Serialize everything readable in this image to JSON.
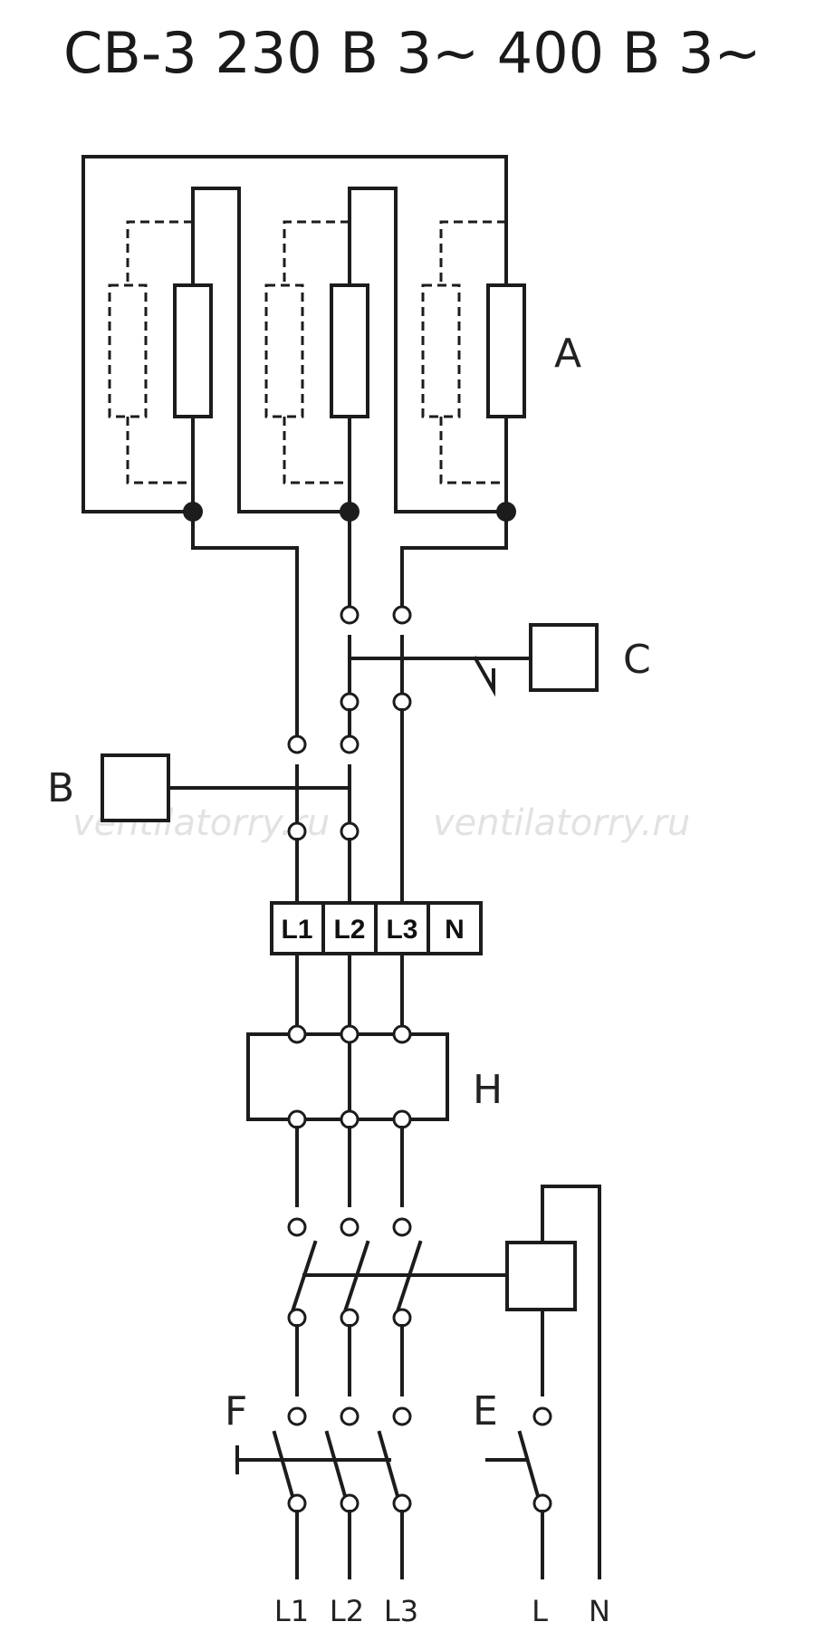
{
  "title": "CB-3 230 B 3~ 400 B 3~",
  "labels": {
    "a": "A",
    "b": "B",
    "c": "C",
    "h": "H",
    "f": "F",
    "e": "E"
  },
  "terminal_block": [
    "L1",
    "L2",
    "L3",
    "N"
  ],
  "supply": [
    "L1",
    "L2",
    "L3",
    "L",
    "N"
  ],
  "watermark": [
    "ventilatorry.ru",
    "ventilatorry.ru"
  ]
}
